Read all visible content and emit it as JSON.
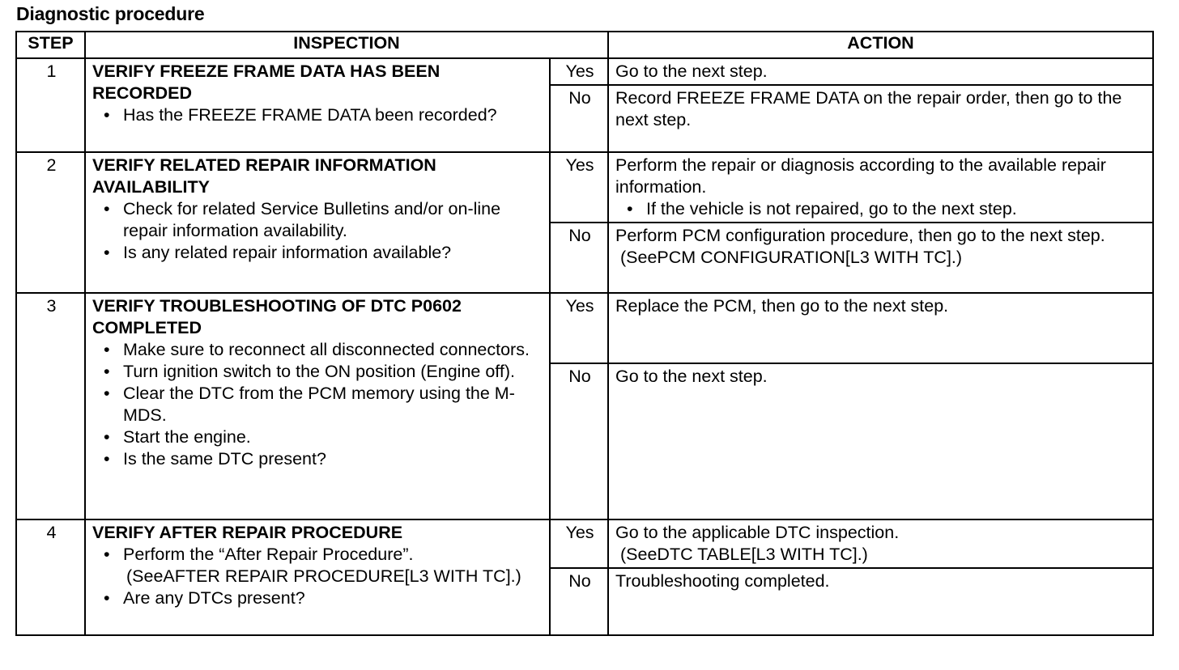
{
  "title": "Diagnostic procedure",
  "headers": {
    "step": "STEP",
    "inspection": "INSPECTION",
    "action": "ACTION"
  },
  "steps": [
    {
      "number": "1",
      "heading": "VERIFY FREEZE FRAME DATA HAS BEEN RECORDED",
      "bullets": [
        "Has the FREEZE FRAME DATA been recorded?"
      ],
      "yes_label": "Yes",
      "yes_action": "Go to the next step.",
      "no_label": "No",
      "no_action": "Record FREEZE FRAME DATA on the repair order, then go to the next step."
    },
    {
      "number": "2",
      "heading": "VERIFY RELATED REPAIR INFORMATION AVAILABILITY",
      "bullets": [
        "Check for related Service Bulletins and/or on-line repair information availability.",
        "Is any related repair information available?"
      ],
      "yes_label": "Yes",
      "yes_action": "Perform the repair or diagnosis according to the available repair information.",
      "yes_action_bullet": "If the vehicle is not repaired, go to the next step.",
      "no_label": "No",
      "no_action": "Perform PCM configuration procedure, then go to the next step.",
      "no_action_ref": "(SeePCM CONFIGURATION[L3 WITH TC].)"
    },
    {
      "number": "3",
      "heading": "VERIFY TROUBLESHOOTING OF DTC P0602 COMPLETED",
      "bullets": [
        "Make sure to reconnect all disconnected connectors.",
        "Turn ignition switch to the ON position (Engine off).",
        "Clear the DTC from the PCM memory using the M-MDS.",
        "Start the engine.",
        "Is the same DTC present?"
      ],
      "yes_label": "Yes",
      "yes_action": "Replace the PCM, then go to the next step.",
      "no_label": "No",
      "no_action": "Go to the next step."
    },
    {
      "number": "4",
      "heading": "VERIFY AFTER REPAIR PROCEDURE",
      "bullet_1": "Perform the “After Repair Procedure”.",
      "bullet_1_ref": "(SeeAFTER REPAIR PROCEDURE[L3 WITH TC].)",
      "bullet_2": "Are any DTCs present?",
      "yes_label": "Yes",
      "yes_action": "Go to the applicable DTC inspection.",
      "yes_action_ref": "(SeeDTC TABLE[L3 WITH TC].)",
      "no_label": "No",
      "no_action": "Troubleshooting completed."
    }
  ]
}
